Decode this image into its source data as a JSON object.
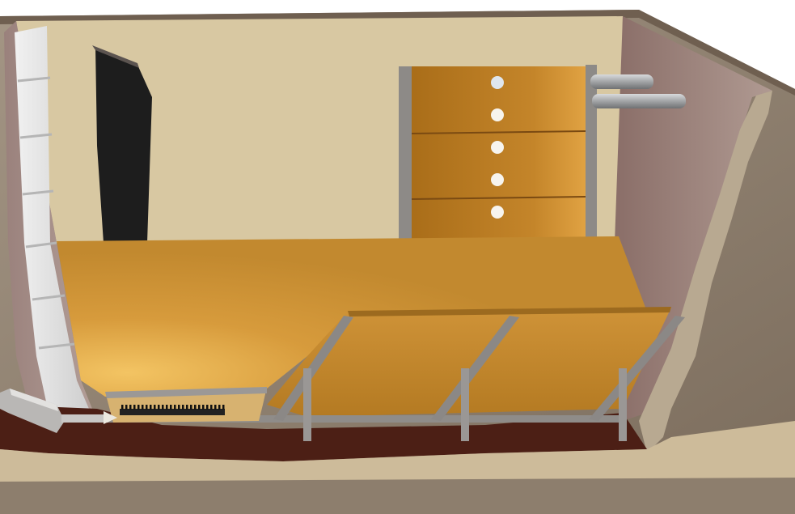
{
  "figure": {
    "labels": [],
    "colors": {
      "background": "#ffffff",
      "soil": "#8f7e6c",
      "wall_plaster": "#d9c9a3",
      "side_wall": "#9b7f7a",
      "floor_wood": "#c98d33",
      "panel_wood": "#b8781f",
      "metal_frame": "#8c8a88",
      "dark_opening": "#1c1c1c",
      "glass_block": "#e4e4e4",
      "pipe": "#a7a9ab",
      "dark_ground": "#4a1e14"
    },
    "parts": {
      "front_panel_holes": 5,
      "side_pipes": 2,
      "floor_supports": 3
    }
  }
}
